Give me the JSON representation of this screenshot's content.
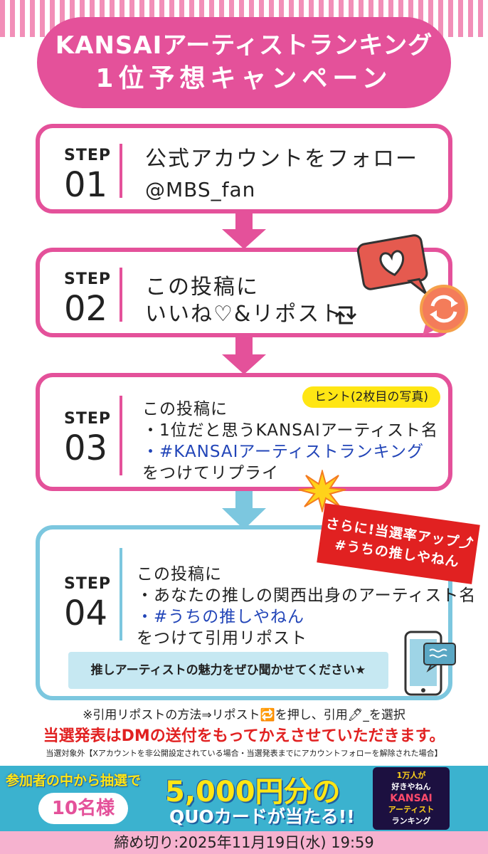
{
  "title": {
    "line1": "KANSAIアーティストランキング",
    "line2": "1位予想キャンペーン"
  },
  "steps": [
    {
      "label": "STEP",
      "number": "01",
      "lines": [
        "公式アカウントをフォロー",
        "@MBS_fan"
      ]
    },
    {
      "label": "STEP",
      "number": "02",
      "lines": [
        "この投稿に",
        "いいね♡&リポスト"
      ]
    },
    {
      "label": "STEP",
      "number": "03",
      "lines": [
        "この投稿に",
        "・1位だと思うKANSAIアーティスト名",
        "・#KANSAIアーティストランキング",
        "をつけてリプライ"
      ],
      "hint": "ヒント(2枚目の写真)"
    },
    {
      "label": "STEP",
      "number": "04",
      "lines": [
        "この投稿に",
        "・あなたの推しの関西出身のアーティスト名",
        "・#うちの推しやねん",
        "をつけて引用リポスト"
      ],
      "ribbon": "推しアーティストの魅力をぜひ聞かせてください★"
    }
  ],
  "banner": {
    "line1": "さらに!当選率アップ⤴",
    "line2": "#うちの推しやねん"
  },
  "notes": {
    "quote_method": "※引用リポストの方法⇒リポスト🔁を押し、引用🖊_を選択",
    "announcement": "当選発表はDMの送付をもってかえさせていただきます。",
    "exclusion": "当選対象外【Xアカウントを非公開設定されている場合・当選発表までにアカウントフォローを解除された場合】"
  },
  "prize": {
    "lottery": "参加者の中から抽選で",
    "count": "10名様",
    "amount": "5,000円分の",
    "card": "QUOカードが当たる!!",
    "logo_text": [
      "1万人が",
      "好きやねん",
      "KANSAI",
      "アーティスト",
      "ランキング"
    ]
  },
  "deadline": "締め切り:2025年11月19日(水) 19:59",
  "colors": {
    "pink": "#e4519a",
    "light_blue": "#7cc7df",
    "red": "#e12121",
    "yellow": "#ffe614",
    "banner_blue": "#3bb2cf"
  }
}
